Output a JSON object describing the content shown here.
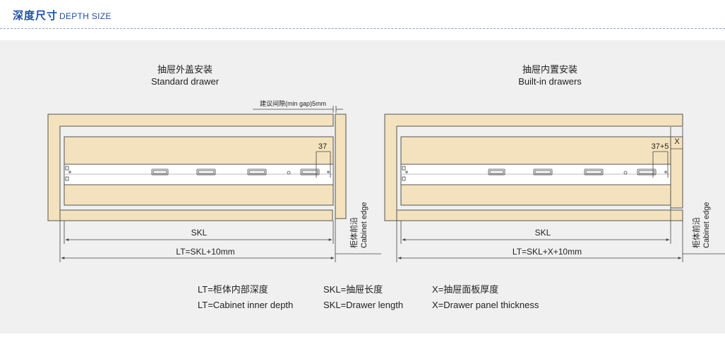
{
  "header": {
    "title_cn": "深度尺寸",
    "title_en": "DEPTH SIZE"
  },
  "left": {
    "title_cn": "抽屉外盖安装",
    "title_en": "Standard drawer",
    "gap_label": "建议间隙(min gap)5mm",
    "dim_37": "37",
    "skl": "SKL",
    "lt": "LT=SKL+10mm",
    "edge_cn": "柜体前沿",
    "edge_en": "Cabinet edge"
  },
  "right": {
    "title_cn": "抽屉内置安装",
    "title_en": "Built-in drawers",
    "dim_37": "37+5",
    "x": "X",
    "skl": "SKL",
    "lt": "LT=SKL+X+10mm",
    "edge_cn": "柜体前沿",
    "edge_en": "Cabinet edge"
  },
  "legend": {
    "lt_cn": "LT=柜体内部深度",
    "lt_en": "LT=Cabinet inner depth",
    "skl_cn": "SKL=抽屉长度",
    "skl_en": "SKL=Drawer length",
    "x_cn": "X=抽屉面板厚度",
    "x_en": "X=Drawer panel thickness"
  },
  "colors": {
    "wood": "#f3e2bd",
    "line": "#555555",
    "title": "#1f4ea8"
  }
}
